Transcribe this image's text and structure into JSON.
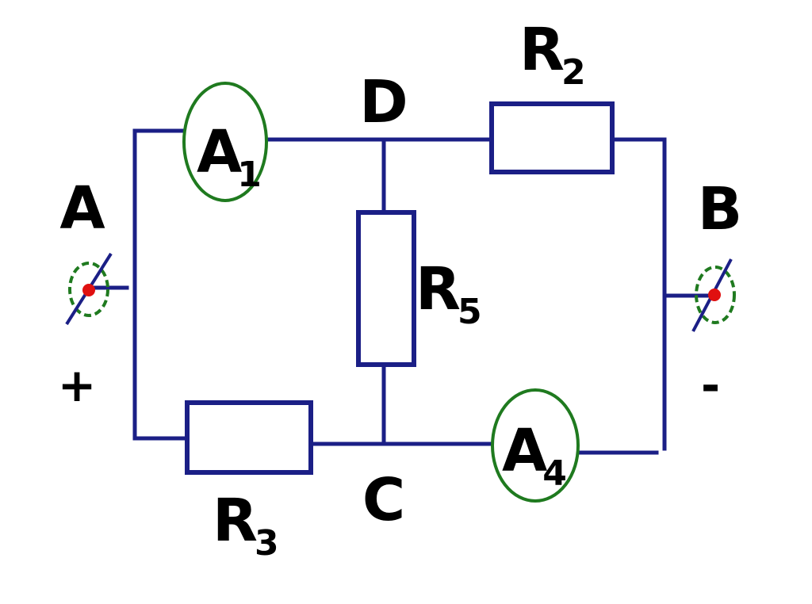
{
  "colors": {
    "wire": "#1b1f86",
    "meter": "#1f7a1f",
    "terminal": "#e01010",
    "text": "#000000",
    "background": "#ffffff"
  },
  "nodes": {
    "a": "A",
    "b": "B",
    "c": "C",
    "d": "D"
  },
  "polarity": {
    "plus": "+",
    "minus": "-"
  },
  "resistors": {
    "r2": {
      "letter": "R",
      "index": "2"
    },
    "r3": {
      "letter": "R",
      "index": "3"
    },
    "r5": {
      "letter": "R",
      "index": "5"
    }
  },
  "ammeters": {
    "a1": {
      "letter": "A",
      "index": "1"
    },
    "a4": {
      "letter": "A",
      "index": "4"
    }
  }
}
